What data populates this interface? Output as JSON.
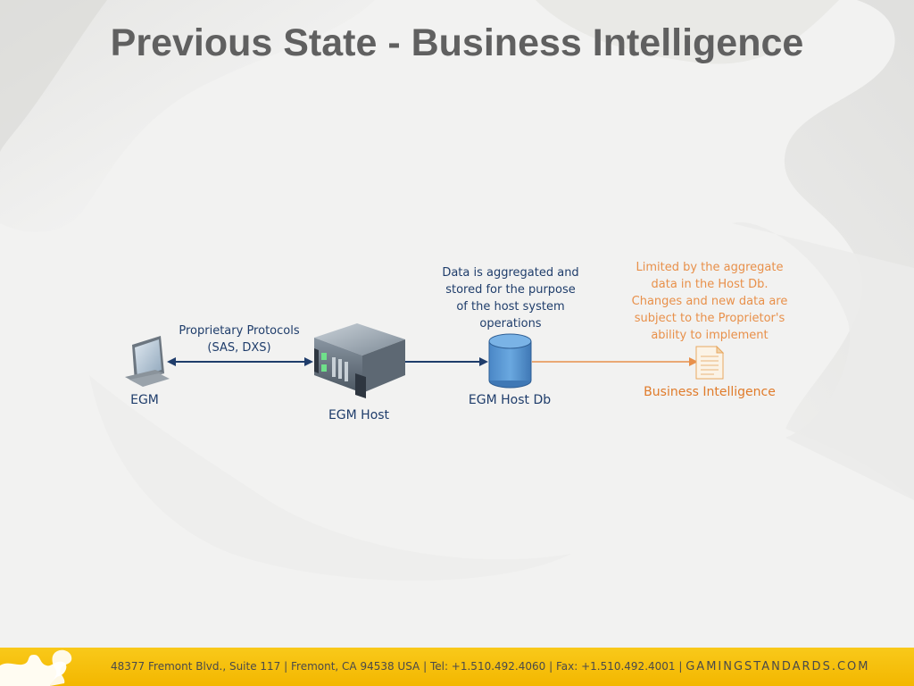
{
  "slide": {
    "title": "Previous State - Business Intelligence"
  },
  "diagram": {
    "nodes": {
      "egm": {
        "label": "EGM",
        "icon": "monitor-icon"
      },
      "egm_host": {
        "label": "EGM Host",
        "icon": "server-icon"
      },
      "host_db": {
        "label": "EGM Host Db",
        "icon": "database-icon"
      },
      "bi": {
        "label": "Business Intelligence",
        "icon": "document-icon"
      }
    },
    "edges": {
      "egm_to_host": {
        "label_line1": "Proprietary Protocols",
        "label_line2": "(SAS, DXS)"
      }
    },
    "annotations": {
      "db_note": [
        "Data is aggregated and",
        "stored for the purpose",
        "of the host system",
        "operations"
      ],
      "bi_note": [
        "Limited by the aggregate",
        "data in the Host Db.",
        "Changes and new data are",
        "subject to the Proprietor's",
        "ability to implement"
      ]
    },
    "colors": {
      "primary": "#1f3d6b",
      "accent": "#e8904a",
      "db_fill": "#5b9bd5"
    }
  },
  "footer": {
    "address": "48377 Fremont Blvd., Suite 117  |  Fremont, CA 94538  USA  |  Tel: +1.510.492.4060  |  Fax: +1.510.492.4001  |",
    "brand": "GAMINGSTANDARDS.COM"
  }
}
